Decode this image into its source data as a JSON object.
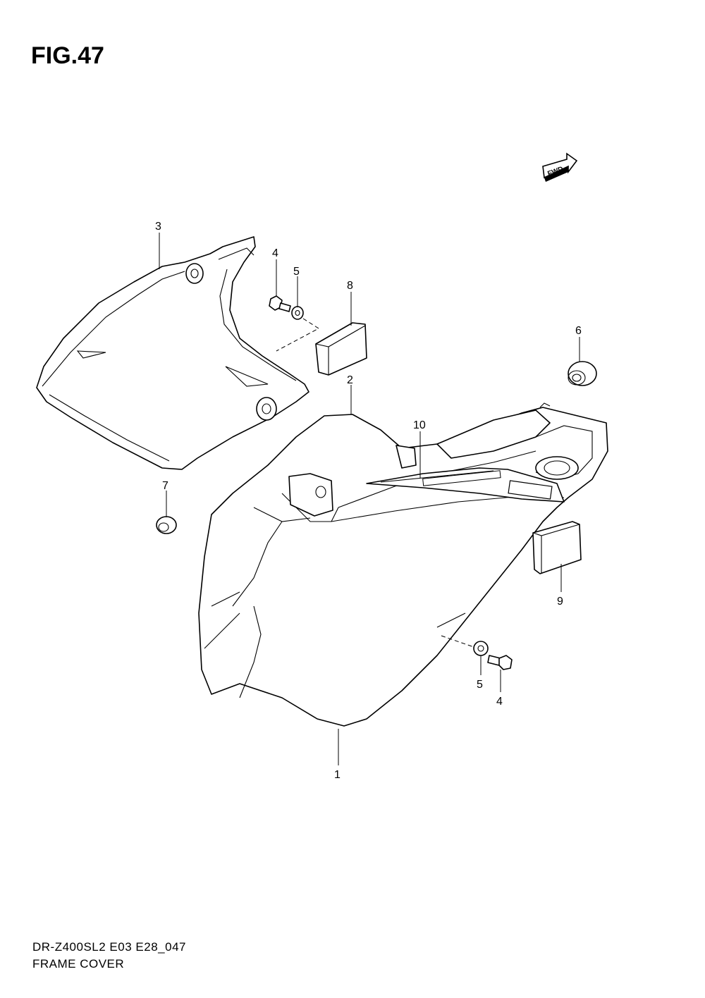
{
  "figure": {
    "title": "FIG.47"
  },
  "fwd_label": "FWD",
  "callouts": {
    "part_1": "1",
    "part_2": "2",
    "part_3": "3",
    "part_4_top": "4",
    "part_5_top": "5",
    "part_6": "6",
    "part_7": "7",
    "part_8": "8",
    "part_9": "9",
    "part_10": "10",
    "part_5_bottom": "5",
    "part_4_bottom": "4"
  },
  "footer": {
    "model_code": "DR-Z400SL2 E03 E28_047",
    "section_name": "FRAME COVER"
  }
}
